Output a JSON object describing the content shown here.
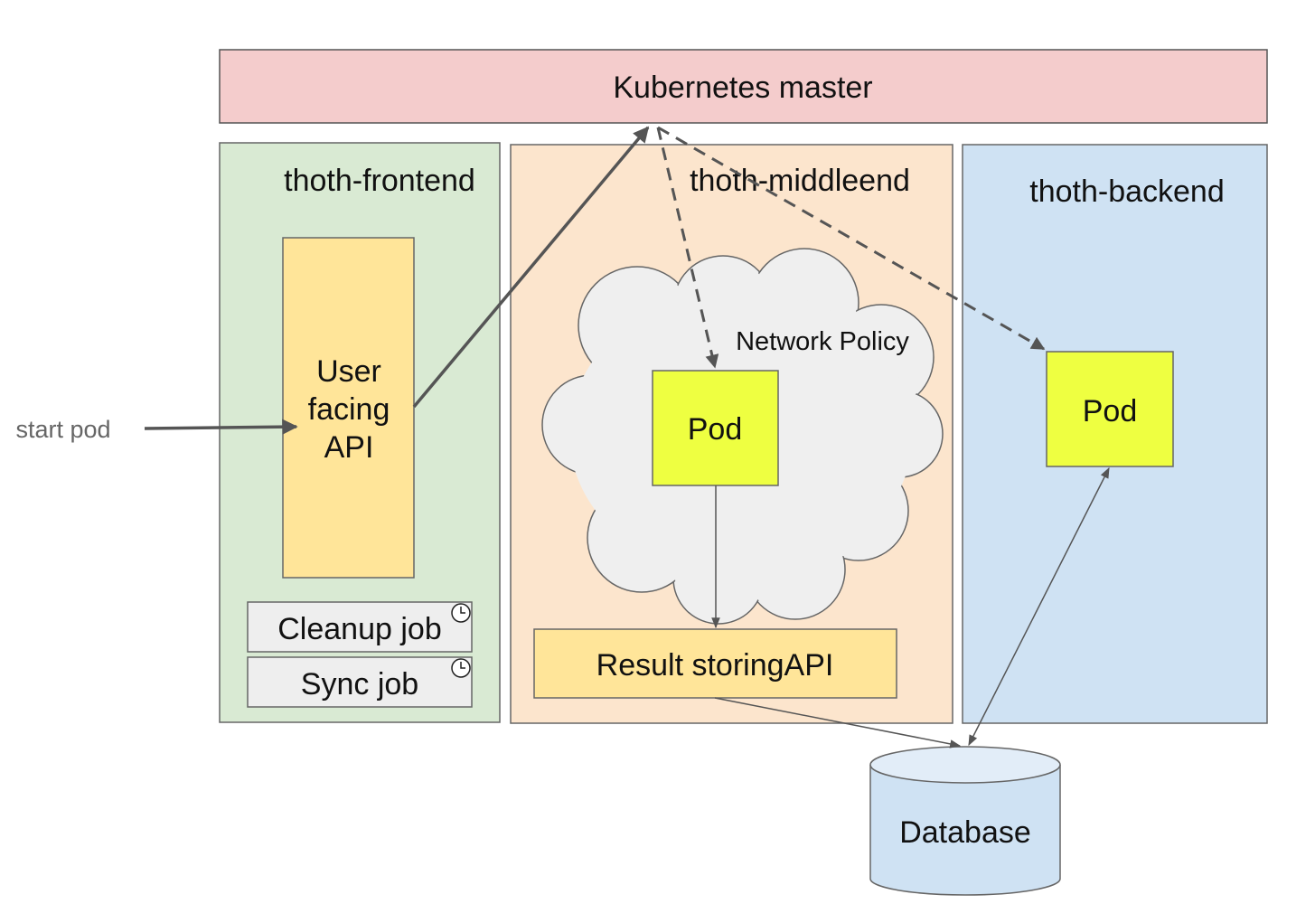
{
  "master": {
    "label": "Kubernetes master"
  },
  "frontend": {
    "label": "thoth-frontend",
    "api_lines": [
      "User",
      "facing",
      "API"
    ],
    "cleanup_job": "Cleanup job",
    "sync_job": "Sync job"
  },
  "middleend": {
    "label": "thoth-middleend",
    "network_policy": "Network Policy",
    "pod": "Pod",
    "result_api": "Result storingAPI"
  },
  "backend": {
    "label": "thoth-backend",
    "pod": "Pod"
  },
  "database": {
    "label": "Database"
  },
  "external": {
    "start_pod": "start pod"
  },
  "colors": {
    "master_fill": "#f4cccc",
    "frontend_fill": "#d9ead3",
    "middleend_fill": "#fce5cd",
    "backend_fill": "#cfe2f3",
    "api_fill": "#ffe599",
    "pod_fill": "#eeff41",
    "cloud_fill": "#efefef",
    "job_fill": "#eeeeee",
    "database_fill": "#cfe2f3",
    "stroke": "#555555"
  }
}
